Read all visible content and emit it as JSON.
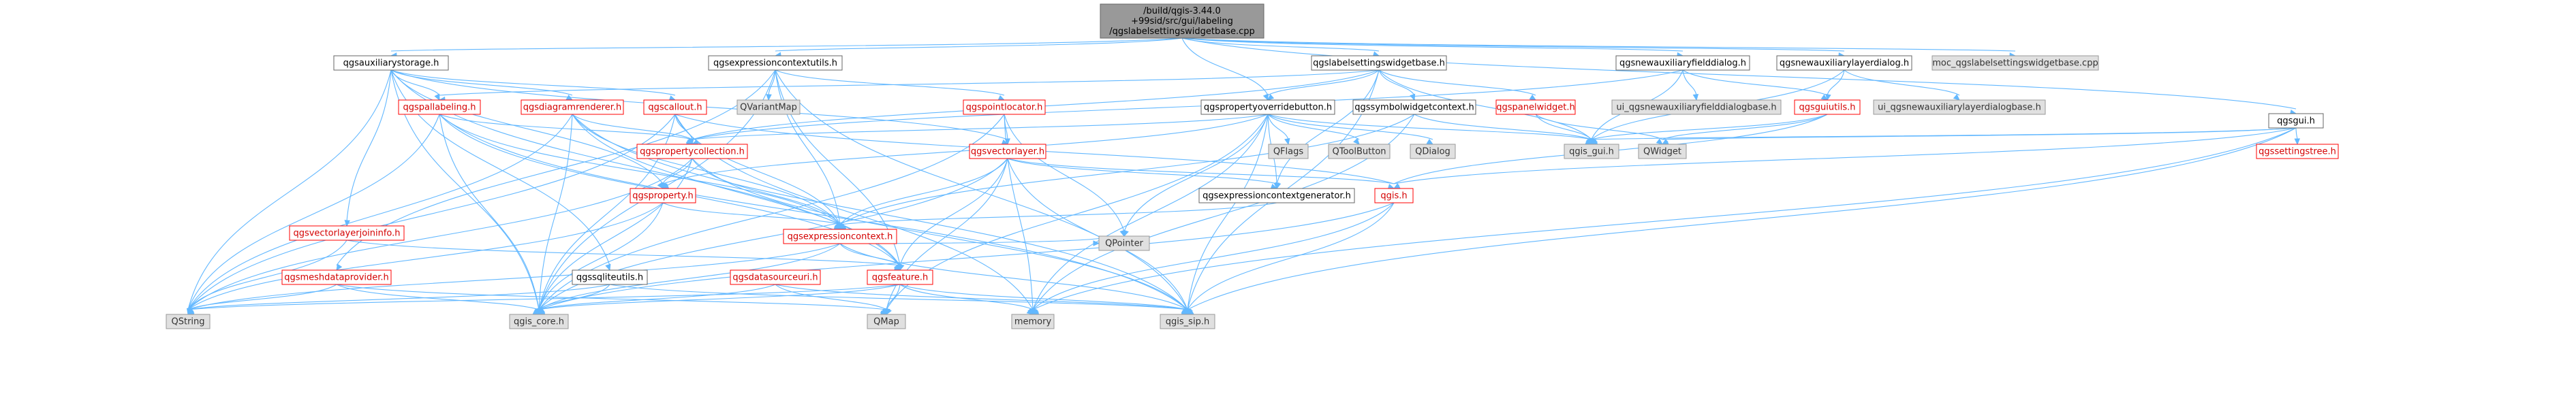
{
  "diagram": {
    "colors": {
      "edge": "#63b8ff",
      "node_fill": "#ffffff",
      "node_border_red": "#ff0000",
      "node_border_black": "#666666",
      "node_fill_grey": "#e0e0e0",
      "node_border_grey": "#999999",
      "root_fill": "#999999",
      "root_border": "#666666",
      "text_red": "#d40000"
    },
    "nodes": [
      {
        "id": "root",
        "lines": [
          "/build/qgis-3.44.0",
          "+99sid/src/gui/labeling",
          "/qgslabelsettingswidgetbase.cpp"
        ],
        "style": "root"
      },
      {
        "id": "qgsauxiliarystorage",
        "lines": [
          "qgsauxiliarystorage.h"
        ],
        "style": "black"
      },
      {
        "id": "qgsexpressioncontextutils",
        "lines": [
          "qgsexpressioncontextutils.h"
        ],
        "style": "black"
      },
      {
        "id": "qgslabelsettingswidgetbase",
        "lines": [
          "qgslabelsettingswidgetbase.h"
        ],
        "style": "black"
      },
      {
        "id": "qgsnewauxiliaryfielddialog",
        "lines": [
          "qgsnewauxiliaryfielddialog.h"
        ],
        "style": "black"
      },
      {
        "id": "qgsnewauxiliarylayerdialog",
        "lines": [
          "qgsnewauxiliarylayerdialog.h"
        ],
        "style": "black"
      },
      {
        "id": "moc",
        "lines": [
          "moc_qgslabelsettingswidgetbase.cpp"
        ],
        "style": "grey"
      },
      {
        "id": "qgsgui",
        "lines": [
          "qgsgui.h"
        ],
        "style": "black"
      },
      {
        "id": "qgspallabeling",
        "lines": [
          "qgspallabeling.h"
        ],
        "style": "red"
      },
      {
        "id": "qgsdiagramrenderer",
        "lines": [
          "qgsdiagramrenderer.h"
        ],
        "style": "red"
      },
      {
        "id": "qgscallout",
        "lines": [
          "qgscallout.h"
        ],
        "style": "red"
      },
      {
        "id": "QVariantMap",
        "lines": [
          "QVariantMap"
        ],
        "style": "grey"
      },
      {
        "id": "qgspointlocator",
        "lines": [
          "qgspointlocator.h"
        ],
        "style": "red"
      },
      {
        "id": "qgspropertyoverridebutton",
        "lines": [
          "qgspropertyoverridebutton.h"
        ],
        "style": "black"
      },
      {
        "id": "qgssymbolwidgetcontext",
        "lines": [
          "qgssymbolwidgetcontext.h"
        ],
        "style": "black"
      },
      {
        "id": "qgspanelwidget",
        "lines": [
          "qgspanelwidget.h"
        ],
        "style": "red"
      },
      {
        "id": "ui_field",
        "lines": [
          "ui_qgsnewauxiliaryfielddialogbase.h"
        ],
        "style": "grey"
      },
      {
        "id": "qgsguiutils",
        "lines": [
          "qgsguiutils.h"
        ],
        "style": "red"
      },
      {
        "id": "ui_layer",
        "lines": [
          "ui_qgsnewauxiliarylayerdialogbase.h"
        ],
        "style": "grey"
      },
      {
        "id": "qgspropertycollection",
        "lines": [
          "qgspropertycollection.h"
        ],
        "style": "red"
      },
      {
        "id": "qgsvectorlayer",
        "lines": [
          "qgsvectorlayer.h"
        ],
        "style": "red"
      },
      {
        "id": "QFlags",
        "lines": [
          "QFlags"
        ],
        "style": "grey"
      },
      {
        "id": "QToolButton",
        "lines": [
          "QToolButton"
        ],
        "style": "grey"
      },
      {
        "id": "QDialog",
        "lines": [
          "QDialog"
        ],
        "style": "grey"
      },
      {
        "id": "qgis_gui",
        "lines": [
          "qgis_gui.h"
        ],
        "style": "grey"
      },
      {
        "id": "QWidget",
        "lines": [
          "QWidget"
        ],
        "style": "grey"
      },
      {
        "id": "qgssettingstree",
        "lines": [
          "qgssettingstree.h"
        ],
        "style": "red"
      },
      {
        "id": "qgsproperty",
        "lines": [
          "qgsproperty.h"
        ],
        "style": "red"
      },
      {
        "id": "qgsexpressioncontextgenerator",
        "lines": [
          "qgsexpressioncontextgenerator.h"
        ],
        "style": "black"
      },
      {
        "id": "qgis",
        "lines": [
          "qgis.h"
        ],
        "style": "red"
      },
      {
        "id": "qgsvectorlayerjoininfo",
        "lines": [
          "qgsvectorlayerjoininfo.h"
        ],
        "style": "red"
      },
      {
        "id": "qgsexpressioncontext",
        "lines": [
          "qgsexpressioncontext.h"
        ],
        "style": "red"
      },
      {
        "id": "qgsmeshdataprovider",
        "lines": [
          "qgsmeshdataprovider.h"
        ],
        "style": "red"
      },
      {
        "id": "qgssqliteutils",
        "lines": [
          "qgssqliteutils.h"
        ],
        "style": "black"
      },
      {
        "id": "qgsdatasourceuri",
        "lines": [
          "qgsdatasourceuri.h"
        ],
        "style": "red"
      },
      {
        "id": "qgsfeature",
        "lines": [
          "qgsfeature.h"
        ],
        "style": "red"
      },
      {
        "id": "QPointer",
        "lines": [
          "QPointer"
        ],
        "style": "grey"
      },
      {
        "id": "QString",
        "lines": [
          "QString"
        ],
        "style": "grey"
      },
      {
        "id": "qgis_core",
        "lines": [
          "qgis_core.h"
        ],
        "style": "grey"
      },
      {
        "id": "QMap",
        "lines": [
          "QMap"
        ],
        "style": "grey"
      },
      {
        "id": "memory",
        "lines": [
          "memory"
        ],
        "style": "grey"
      },
      {
        "id": "qgis_sip",
        "lines": [
          "qgis_sip.h"
        ],
        "style": "grey"
      }
    ],
    "edges": [
      [
        "root",
        "qgsauxiliarystorage"
      ],
      [
        "root",
        "qgsexpressioncontextutils"
      ],
      [
        "root",
        "qgslabelsettingswidgetbase"
      ],
      [
        "root",
        "qgsnewauxiliaryfielddialog"
      ],
      [
        "root",
        "qgsnewauxiliarylayerdialog"
      ],
      [
        "root",
        "moc"
      ],
      [
        "root",
        "qgsgui"
      ],
      [
        "root",
        "qgspropertyoverridebutton"
      ],
      [
        "qgsauxiliarystorage",
        "qgspallabeling"
      ],
      [
        "qgsauxiliarystorage",
        "qgsdiagramrenderer"
      ],
      [
        "qgsauxiliarystorage",
        "qgscallout"
      ],
      [
        "qgsauxiliarystorage",
        "qgsvectorlayerjoininfo"
      ],
      [
        "qgsauxiliarystorage",
        "qgsproperty"
      ],
      [
        "qgsauxiliarystorage",
        "qgssqliteutils"
      ],
      [
        "qgsauxiliarystorage",
        "qgsvectorlayer"
      ],
      [
        "qgsauxiliarystorage",
        "QString"
      ],
      [
        "qgsauxiliarystorage",
        "qgis_core"
      ],
      [
        "qgsauxiliarystorage",
        "qgsfeature"
      ],
      [
        "qgsexpressioncontextutils",
        "QVariantMap"
      ],
      [
        "qgsexpressioncontextutils",
        "qgspointlocator"
      ],
      [
        "qgsexpressioncontextutils",
        "qgsexpressioncontext"
      ],
      [
        "qgsexpressioncontextutils",
        "qgsmeshdataprovider"
      ],
      [
        "qgsexpressioncontextutils",
        "qgis_core"
      ],
      [
        "qgsexpressioncontextutils",
        "qgis_sip"
      ],
      [
        "qgsexpressioncontextutils",
        "qgsfeature"
      ],
      [
        "qgslabelsettingswidgetbase",
        "qgssymbolwidgetcontext"
      ],
      [
        "qgslabelsettingswidgetbase",
        "qgspanelwidget"
      ],
      [
        "qgslabelsettingswidgetbase",
        "qgspropertycollection"
      ],
      [
        "qgslabelsettingswidgetbase",
        "qgsexpressioncontextgenerator"
      ],
      [
        "qgslabelsettingswidgetbase",
        "qgis_gui"
      ],
      [
        "qgslabelsettingswidgetbase",
        "qgis_sip"
      ],
      [
        "qgslabelsettingswidgetbase",
        "qgspropertyoverridebutton"
      ],
      [
        "qgslabelsettingswidgetbase",
        "qgspallabeling"
      ],
      [
        "qgsnewauxiliaryfielddialog",
        "ui_field"
      ],
      [
        "qgsnewauxiliaryfielddialog",
        "qgsguiutils"
      ],
      [
        "qgsnewauxiliaryfielddialog",
        "qgis_gui"
      ],
      [
        "qgsnewauxiliaryfielddialog",
        "qgspropertycollection"
      ],
      [
        "qgsnewauxiliarylayerdialog",
        "ui_layer"
      ],
      [
        "qgsnewauxiliarylayerdialog",
        "qgsguiutils"
      ],
      [
        "qgsnewauxiliarylayerdialog",
        "qgis_gui"
      ],
      [
        "qgsgui",
        "qgis_gui"
      ],
      [
        "qgsgui",
        "QWidget"
      ],
      [
        "qgsgui",
        "qgssettingstree"
      ],
      [
        "qgsgui",
        "qgis"
      ],
      [
        "qgsgui",
        "memory"
      ],
      [
        "qgsgui",
        "qgis_sip"
      ],
      [
        "qgspallabeling",
        "qgspropertycollection"
      ],
      [
        "qgspallabeling",
        "qgsfeature"
      ],
      [
        "qgspallabeling",
        "QString"
      ],
      [
        "qgspallabeling",
        "qgis_core"
      ],
      [
        "qgspallabeling",
        "qgis_sip"
      ],
      [
        "qgspallabeling",
        "qgsexpressioncontext"
      ],
      [
        "qgsdiagramrenderer",
        "qgspropertycollection"
      ],
      [
        "qgsdiagramrenderer",
        "qgsexpressioncontext"
      ],
      [
        "qgsdiagramrenderer",
        "qgis_core"
      ],
      [
        "qgsdiagramrenderer",
        "qgsfeature"
      ],
      [
        "qgsdiagramrenderer",
        "QString"
      ],
      [
        "qgsdiagramrenderer",
        "qgis_sip"
      ],
      [
        "qgscallout",
        "qgspropertycollection"
      ],
      [
        "qgscallout",
        "qgis_core"
      ],
      [
        "qgscallout",
        "qgis"
      ],
      [
        "qgscallout",
        "memory"
      ],
      [
        "qgscallout",
        "QString"
      ],
      [
        "qgscallout",
        "qgsexpressioncontext"
      ],
      [
        "qgspointlocator",
        "qgsvectorlayer"
      ],
      [
        "qgspointlocator",
        "QPointer"
      ],
      [
        "qgspointlocator",
        "qgis_core"
      ],
      [
        "qgspointlocator",
        "memory"
      ],
      [
        "qgspropertyoverridebutton",
        "QFlags"
      ],
      [
        "qgspropertyoverridebutton",
        "QToolButton"
      ],
      [
        "qgspropertyoverridebutton",
        "QDialog"
      ],
      [
        "qgspropertyoverridebutton",
        "qgis_gui"
      ],
      [
        "qgspropertyoverridebutton",
        "qgspropertycollection"
      ],
      [
        "qgspropertyoverridebutton",
        "qgsexpressioncontextgenerator"
      ],
      [
        "qgspropertyoverridebutton",
        "QPointer"
      ],
      [
        "qgspropertyoverridebutton",
        "qgis_sip"
      ],
      [
        "qgspropertyoverridebutton",
        "QMap"
      ],
      [
        "qgspropertyoverridebutton",
        "memory"
      ],
      [
        "qgspropertyoverridebutton",
        "qgsproperty"
      ],
      [
        "qgssymbolwidgetcontext",
        "qgis_gui"
      ],
      [
        "qgssymbolwidgetcontext",
        "memory"
      ],
      [
        "qgssymbolwidgetcontext",
        "qgsexpressioncontext"
      ],
      [
        "qgspanelwidget",
        "qgis_gui"
      ],
      [
        "qgspanelwidget",
        "QWidget"
      ],
      [
        "qgsguiutils",
        "qgis_gui"
      ],
      [
        "qgsguiutils",
        "QWidget"
      ],
      [
        "qgsguiutils",
        "qgis"
      ],
      [
        "qgspropertycollection",
        "qgsproperty"
      ],
      [
        "qgspropertycollection",
        "qgis_core"
      ],
      [
        "qgspropertycollection",
        "qgis_sip"
      ],
      [
        "qgspropertycollection",
        "qgsexpressioncontext"
      ],
      [
        "qgspropertycollection",
        "QString"
      ],
      [
        "qgsvectorlayer",
        "qgis_core"
      ],
      [
        "qgsvectorlayer",
        "QMap"
      ],
      [
        "qgsvectorlayer",
        "qgis"
      ],
      [
        "qgsvectorlayer",
        "qgsfeature"
      ],
      [
        "qgsvectorlayer",
        "qgsexpressioncontextgenerator"
      ],
      [
        "qgsvectorlayer",
        "qgsexpressioncontext"
      ],
      [
        "qgsvectorlayer",
        "qgis_sip"
      ],
      [
        "qgsproperty",
        "qgis_core"
      ],
      [
        "qgsproperty",
        "qgsexpressioncontext"
      ],
      [
        "qgsproperty",
        "QString"
      ],
      [
        "qgsexpressioncontextgenerator",
        "qgsexpressioncontext"
      ],
      [
        "qgis",
        "qgis_core"
      ],
      [
        "qgis",
        "qgis_sip"
      ],
      [
        "qgis",
        "memory"
      ],
      [
        "qgsvectorlayerjoininfo",
        "QString"
      ],
      [
        "qgsvectorlayerjoininfo",
        "qgsfeature"
      ],
      [
        "qgsexpressioncontext",
        "qgis_core"
      ],
      [
        "qgsexpressioncontext",
        "qgsfeature"
      ],
      [
        "qgsexpressioncontext",
        "QPointer"
      ],
      [
        "qgsexpressioncontext",
        "QString"
      ],
      [
        "qgsexpressioncontext",
        "qgis_sip"
      ],
      [
        "qgsmeshdataprovider",
        "qgis_core"
      ],
      [
        "qgsmeshdataprovider",
        "QString"
      ],
      [
        "qgsmeshdataprovider",
        "QMap"
      ],
      [
        "qgssqliteutils",
        "qgis_core"
      ],
      [
        "qgssqliteutils",
        "qgis_sip"
      ],
      [
        "qgssqliteutils",
        "QString"
      ],
      [
        "qgsdatasourceuri",
        "qgis_core"
      ],
      [
        "qgsdatasourceuri",
        "QMap"
      ],
      [
        "qgsdatasourceuri",
        "qgis_sip"
      ],
      [
        "qgsfeature",
        "qgis_core"
      ],
      [
        "qgsfeature",
        "qgis_sip"
      ],
      [
        "qgsfeature",
        "QMap"
      ],
      [
        "qgsfeature",
        "memory"
      ],
      [
        "qgsfeature",
        "QString"
      ]
    ]
  }
}
